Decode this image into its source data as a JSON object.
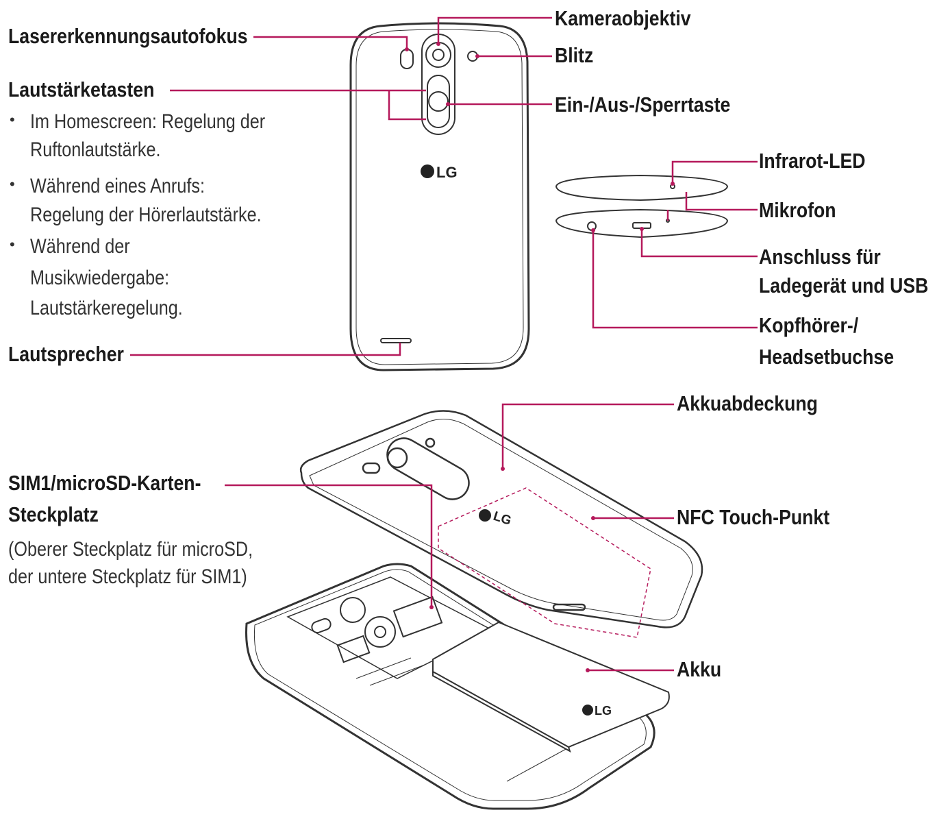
{
  "labels": {
    "laser_af": "Lasererkennungsautofokus",
    "volume_keys": "Lautstärketasten",
    "speaker": "Lautsprecher",
    "camera_lens": "Kameraobjektiv",
    "flash": "Blitz",
    "power_key": "Ein-/Aus-/Sperrtaste",
    "ir_led": "Infrarot-LED",
    "microphone": "Mikrofon",
    "charger_port_line1": "Anschluss für",
    "charger_port_line2": "Ladegerät und USB",
    "headset_jack_line1": "Kopfhörer-/",
    "headset_jack_line2": "Headsetbuchse",
    "battery_cover": "Akkuabdeckung",
    "nfc_point": "NFC Touch-Punkt",
    "battery": "Akku",
    "sim_slot_line1": "SIM1/microSD-Karten-",
    "sim_slot_line2": "Steckplatz",
    "sim_note_line1": "(Oberer Steckplatz für microSD,",
    "sim_note_line2": "der untere Steckplatz für SIM1)"
  },
  "volume_bullets": [
    {
      "line1": "Im Homescreen: Regelung der",
      "line2": "Ruftonlautstärke."
    },
    {
      "line1": "Während eines Anrufs:",
      "line2": "Regelung der Hörerlautstärke."
    },
    {
      "line1": "Während der",
      "line2": "Musikwiedergabe:",
      "line3": "Lautstärkeregelung."
    }
  ],
  "logo_text": "LG",
  "colors": {
    "callout": "#b5195b",
    "outline": "#333333",
    "text": "#1a1a1a"
  }
}
